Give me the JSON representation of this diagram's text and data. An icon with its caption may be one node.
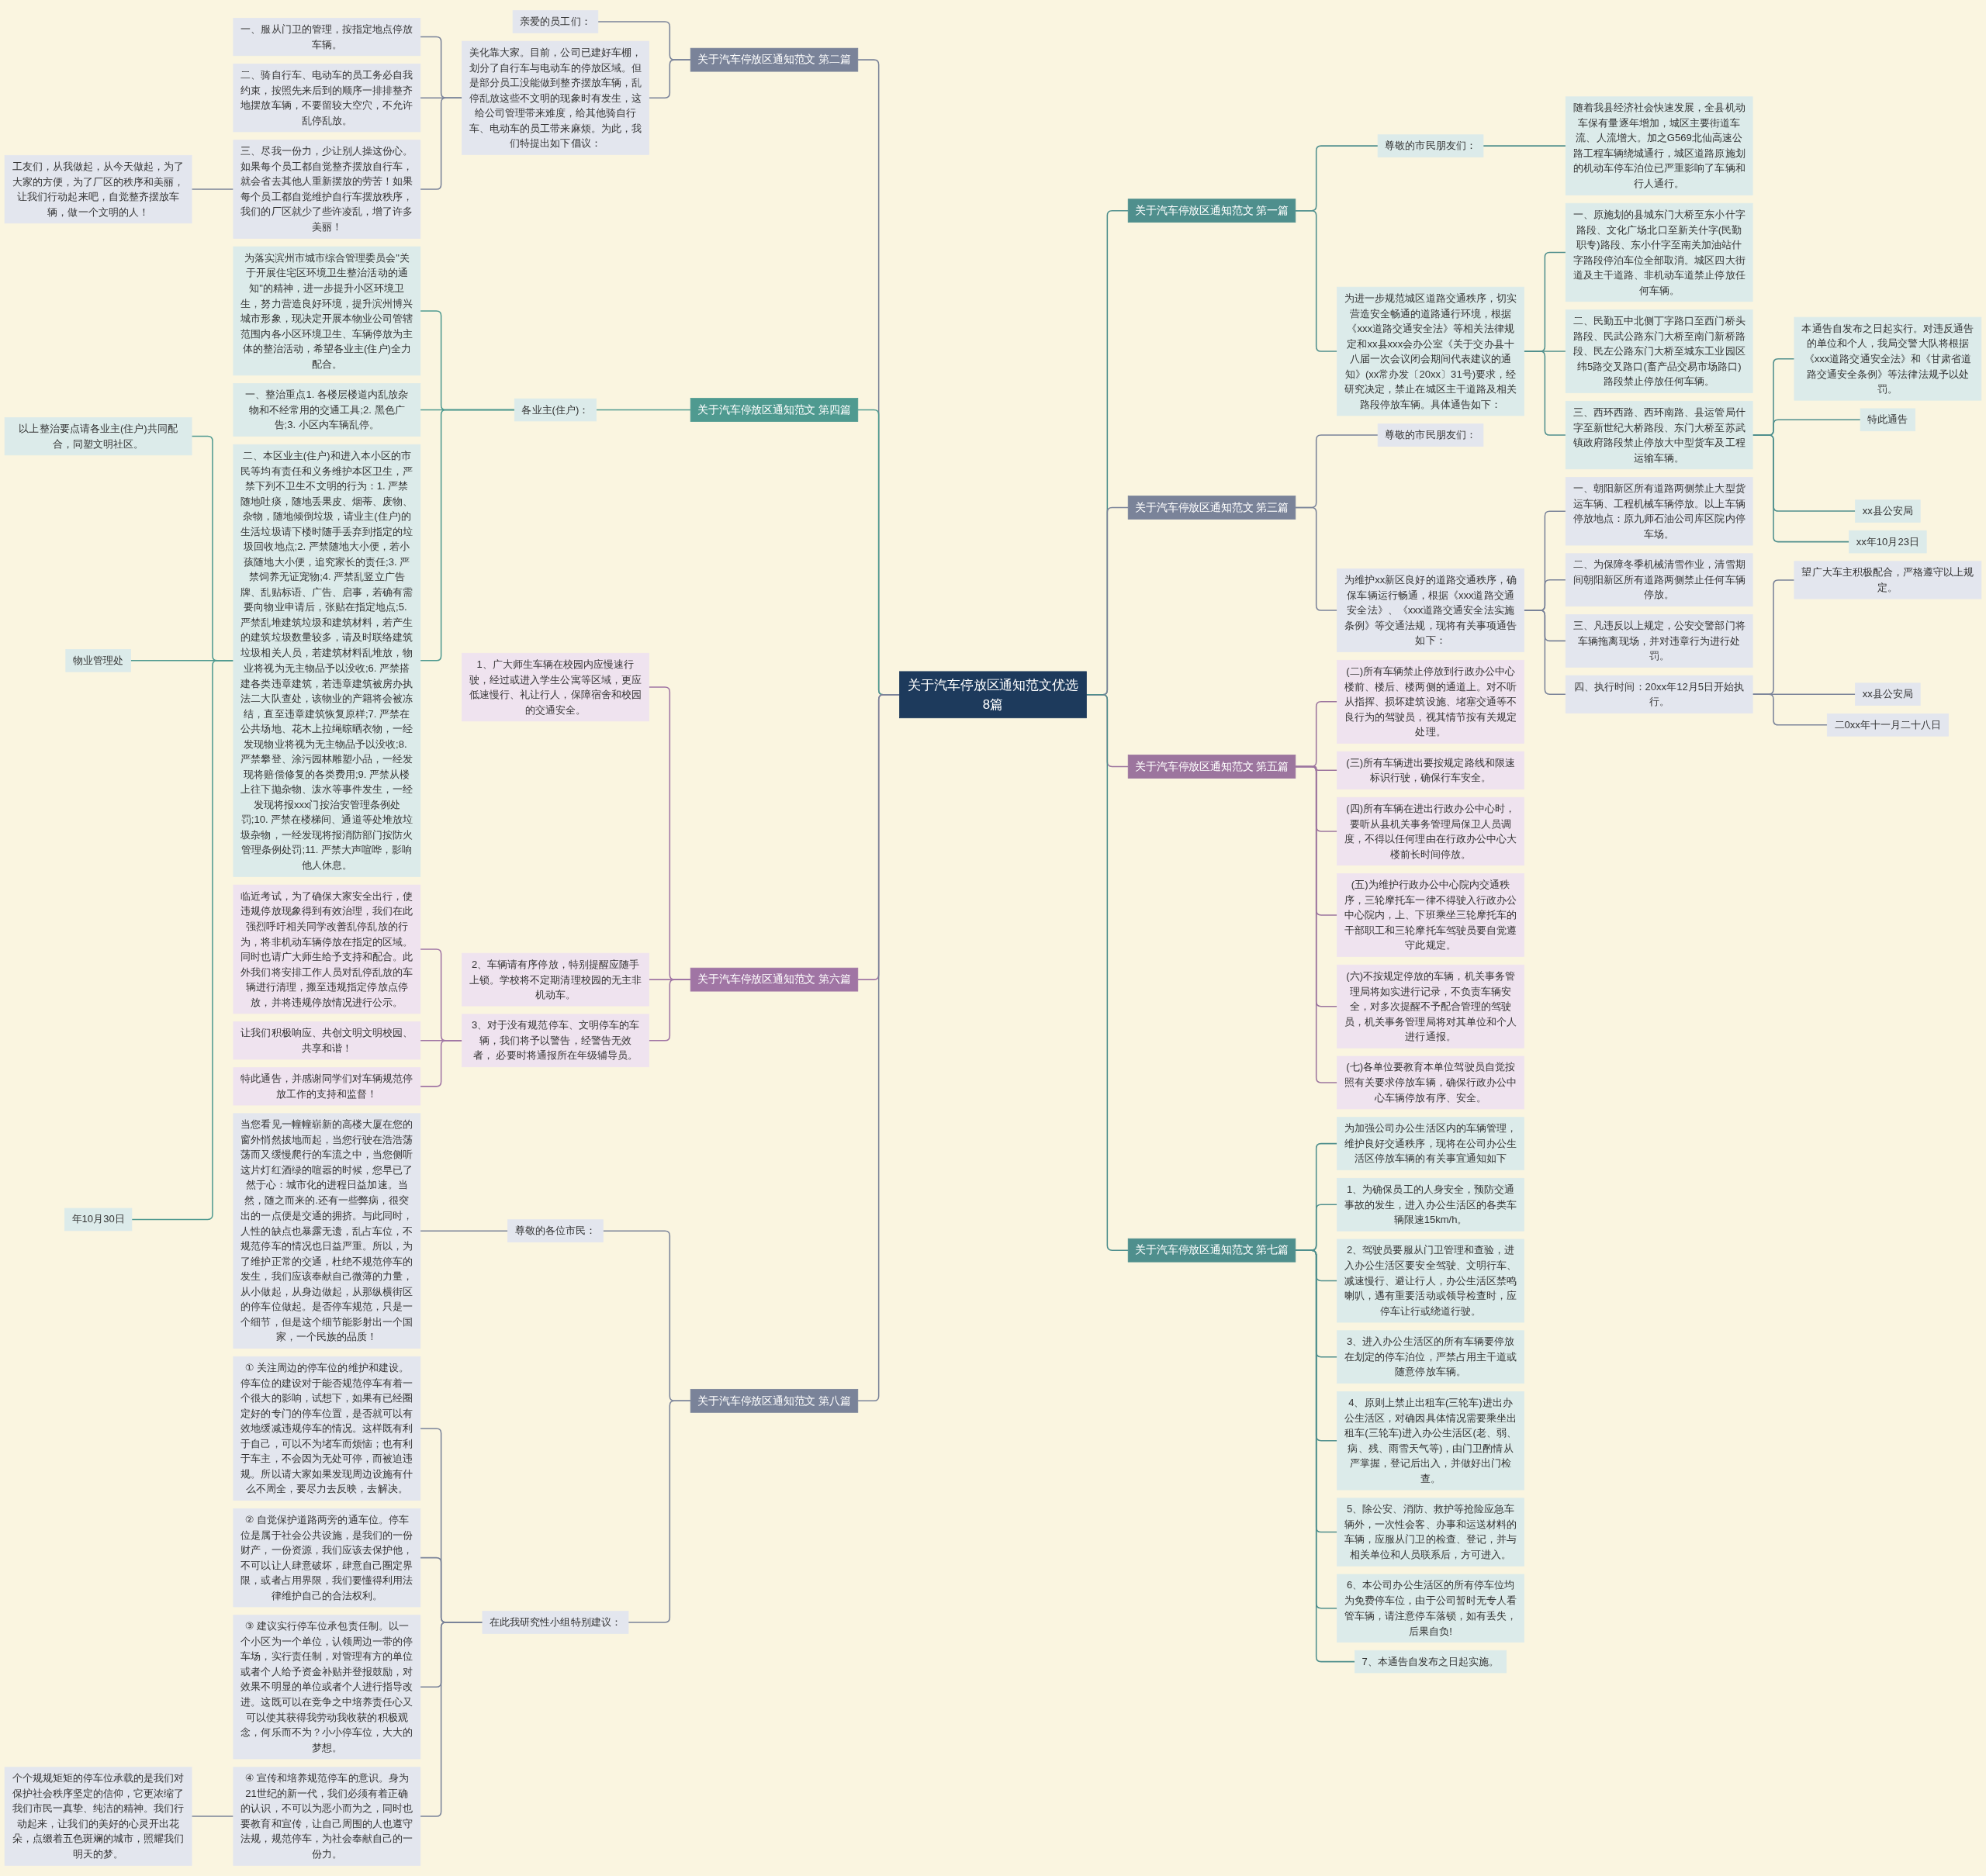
{
  "diagram": {
    "nodes": [
      {
        "text": [
          "关于汽车停放区通知范文优选8篇"
        ]
      },
      {
        "text": [
          "关于汽车停放区通知范文 第一篇"
        ]
      },
      {
        "text": [
          "尊敬的市民朋友们："
        ]
      },
      {
        "text": [
          "随着我县经济社会快速发展，全县机动车保有量逐年增加，城区主要街道车流、人流增大。加之G569北仙高速公路工程车辆绕城通行，城区道路原施划的机动车停车泊位已严重影响了车辆和行人通行。"
        ]
      },
      {
        "text": [
          "为进一步规范城区道路交通秩序，切实营造安全畅通的道路通行环境，根据《xxx道路交通安全法》等相关法律规定和xx县xxx会办公室《关于交办县十八届一次会议闭会期间代表建议的通知》(xx常办发〔20xx〕31号)要求，经研究决定，禁止在城区主干道路及相关路段停放车辆。具体通告如下："
        ]
      },
      {
        "text": [
          "一、原施划的县城东门大桥至东小什字路段、文化广场北口至新关什字(民勤职专)路段、东小什字至南关加油站什字路段停泊车位全部取消。城区四大街道及主干道路、非机动车道禁止停放任何车辆。"
        ]
      },
      {
        "text": [
          "二、民勤五中北侧丁字路口至西门桥头路段、民武公路东门大桥至南门新桥路段、民左公路东门大桥至城东工业园区纬5路交叉路口(畜产品交易市场路口)路段禁止停放任何车辆。"
        ]
      },
      {
        "text": [
          "三、西环西路、西环南路、县运管局什字至新世纪大桥路段、东门大桥至苏武镇政府路段禁止停放大中型货车及工程运输车辆。"
        ]
      },
      {
        "text": [
          "本通告自发布之日起实行。对违反通告的单位和个人，我局交警大队将根据《xxx道路交通安全法》和《甘肃省道路交通安全条例》等法律法规予以处罚。"
        ]
      },
      {
        "text": [
          "特此通告"
        ]
      },
      {
        "text": [
          "xx县公安局"
        ]
      },
      {
        "text": [
          "xx年10月23日"
        ]
      },
      {
        "text": [
          "关于汽车停放区通知范文 第三篇"
        ]
      },
      {
        "text": [
          "尊敬的市民朋友们："
        ]
      },
      {
        "text": [
          "为维护xx新区良好的道路交通秩序，确保车辆运行畅通，根据《xxx道路交通安全法》、《xxx道路交通安全法实施条例》等交通法规，现将有关事项通告如下："
        ]
      },
      {
        "text": [
          "一、朝阳新区所有道路两侧禁止大型货运车辆、工程机械车辆停放。以上车辆停放地点：原九师石油公司库区院内停车场。"
        ]
      },
      {
        "text": [
          "二、为保障冬季机械清雪作业，清雪期间朝阳新区所有道路两侧禁止任何车辆停放。"
        ]
      },
      {
        "text": [
          "三、凡违反以上规定，公安交警部门将车辆拖离现场，并对违章行为进行处罚。"
        ]
      },
      {
        "text": [
          "四、执行时间：20xx年12月5日开始执行。"
        ]
      },
      {
        "text": [
          "望广大车主积极配合，严格遵守以上规定。"
        ]
      },
      {
        "text": [
          "xx县公安局"
        ]
      },
      {
        "text": [
          "二0xx年十一月二十八日"
        ]
      },
      {
        "text": [
          "关于汽车停放区通知范文 第五篇"
        ]
      },
      {
        "text": [
          "(二)所有车辆禁止停放到行政办公中心楼前、楼后、楼两侧的通道上。对不听从指挥、损坏建筑设施、堵塞交通等不良行为的驾驶员，视其情节按有关规定处理。"
        ]
      },
      {
        "text": [
          "(三)所有车辆进出要按规定路线和限速标识行驶，确保行车安全。"
        ]
      },
      {
        "text": [
          "(四)所有车辆在进出行政办公中心时，要听从县机关事务管理局保卫人员调度，不得以任何理由在行政办公中心大楼前长时间停放。"
        ]
      },
      {
        "text": [
          "(五)为维护行政办公中心院内交通秩序，三轮摩托车一律不得驶入行政办公中心院内，上、下班乘坐三轮摩托车的干部职工和三轮摩托车驾驶员要自觉遵守此规定。"
        ]
      },
      {
        "text": [
          "(六)不按规定停放的车辆，机关事务管理局将如实进行记录，不负责车辆安全，对多次提醒不予配合管理的驾驶员，机关事务管理局将对其单位和个人进行通报。"
        ]
      },
      {
        "text": [
          "(七)各单位要教育本单位驾驶员自觉按照有关要求停放车辆，确保行政办公中心车辆停放有序、安全。"
        ]
      },
      {
        "text": [
          "关于汽车停放区通知范文 第七篇"
        ]
      },
      {
        "text": [
          "为加强公司办公生活区内的车辆管理，维护良好交通秩序，现将在公司办公生活区停放车辆的有关事宜通知如下"
        ]
      },
      {
        "text": [
          "1、为确保员工的人身安全，预防交通事故的发生，进入办公生活区的各类车辆限速15km/h。"
        ]
      },
      {
        "text": [
          "2、驾驶员要服从门卫管理和查验，进入办公生活区要安全驾驶、文明行车、减速慢行、避让行人，办公生活区禁鸣喇叭，遇有重要活动或领导检查时，应停车让行或绕道行驶。"
        ]
      },
      {
        "text": [
          "3、进入办公生活区的所有车辆要停放在划定的停车泊位，严禁占用主干道或随意停放车辆。"
        ]
      },
      {
        "text": [
          "4、原则上禁止出租车(三轮车)进出办公生活区，对确因具体情况需要乘坐出租车(三轮车)进入办公生活区(老、弱、病、残、雨雪天气等)，由门卫酌情从严掌握，登记后出入，并做好出门检查。"
        ]
      },
      {
        "text": [
          "5、除公安、消防、救护等抢险应急车辆外，一次性会客、办事和运送材料的车辆，应服从门卫的检查、登记，并与相关单位和人员联系后，方可进入。"
        ]
      },
      {
        "text": [
          "6、本公司办公生活区的所有停车位均为免费停车位，由于公司暂时无专人看管车辆，请注意停车落锁，如有丢失，后果自负!"
        ]
      },
      {
        "text": [
          "7、本通告自发布之日起实施。"
        ]
      },
      {
        "text": [
          "关于汽车停放区通知范文 第二篇"
        ]
      },
      {
        "text": [
          "亲爱的员工们："
        ]
      },
      {
        "text": [
          "美化靠大家。目前，公司已建好车棚，划分了自行车与电动车的停放区域。但是部分员工没能做到整齐摆放车辆，乱停乱放这些不文明的现象时有发生，这给公司管理带来难度，给其他骑自行车、电动车的员工带来麻烦。为此，我们特提出如下倡议："
        ]
      },
      {
        "text": [
          "一、服从门卫的管理，按指定地点停放车辆。"
        ]
      },
      {
        "text": [
          "二、骑自行车、电动车的员工务必自我约束，按照先来后到的顺序一排排整齐地摆放车辆，不要留较大空穴，不允许乱停乱放。"
        ]
      },
      {
        "text": [
          "三、尽我一份力，少让别人操这份心。如果每个员工都自觉整齐摆放自行车，就会省去其他人重新摆放的劳苦！如果每个员工都自觉维护自行车摆放秩序，我们的厂区就少了些许凌乱，增了许多美丽！"
        ]
      },
      {
        "text": [
          "工友们，从我做起，从今天做起，为了大家的方便，为了厂区的秩序和美丽，让我们行动起来吧，自觉整齐摆放车辆，做一个文明的人！"
        ]
      },
      {
        "text": [
          "关于汽车停放区通知范文 第四篇"
        ]
      },
      {
        "text": [
          "各业主(住户)："
        ]
      },
      {
        "text": [
          "为落实滨州市城市综合管理委员会\"关于开展住宅区环境卫生整治活动的通知\"的精神，进一步提升小区环境卫生，努力营造良好环境，提升滨州博兴城市形象，现决定开展本物业公司管辖范围内各小区环境卫生、车辆停放为主体的整治活动，希望各业主(住户)全力配合。"
        ]
      },
      {
        "text": [
          "一、整治重点1. 各楼层楼道内乱放杂物和不经常用的交通工具;2. 黑色广告;3. 小区内车辆乱停。"
        ]
      },
      {
        "text": [
          "二、本区业主(住户)和进入本小区的市民等均有责任和义务维护本区卫生，严禁下列不卫生不文明的行为：1. 严禁随地吐痰，随地丢果皮、烟蒂、废物、杂物，随地倾倒垃圾，请业主(住户)的生活垃圾请下楼时随手丢弃到指定的垃圾回收地点;2. 严禁随地大小便，若小孩随地大小便，追究家长的责任;3. 严禁饲养无证宠物;4. 严禁乱竖立广告牌、乱贴标语、广告、启事，若确有需要向物业申请后，张贴在指定地点;5. 严禁乱堆建筑垃圾和建筑材料，若产生的建筑垃圾数量较多，请及时联络建筑垃圾相关人员，若建筑材料乱堆放，物业将视为无主物品予以没收;6. 严禁搭建各类违章建筑，若违章建筑被房办执法二大队查处，该物业的产籍将会被冻结，直至违章建筑恢复原样;7. 严禁在公共场地、花木上拉绳晾晒衣物，一经发现物业将视为无主物品予以没收;8. 严禁攀登、涂污园林雕塑小品，一经发现将赔偿修复的各类费用;9. 严禁从楼上往下抛杂物、泼水等事件发生，一经发现将报xxx门按治安管理条例处罚;10. 严禁在楼梯间、通道等处堆放垃圾杂物，一经发现将报消防部门按防火管理条例处罚;11. 严禁大声喧哗，影响他人休息。"
        ]
      },
      {
        "text": [
          "以上整治要点请各业主(住户)共同配合，同塑文明社区。"
        ]
      },
      {
        "text": [
          "物业管理处"
        ]
      },
      {
        "text": [
          "年10月30日"
        ]
      },
      {
        "text": [
          "关于汽车停放区通知范文 第六篇"
        ]
      },
      {
        "text": [
          "1、广大师生车辆在校园内应慢速行驶，经过或进入学生公寓等区域，更应低速慢行、礼让行人，保障宿舍和校园的交通安全。"
        ]
      },
      {
        "text": [
          "2、车辆请有序停放，特别提醒应随手上锁。学校将不定期清理校园的无主非机动车。"
        ]
      },
      {
        "text": [
          "3、对于没有规范停车、文明停车的车辆，我们将予以警告，经警告无效者， 必要时将通报所在年级辅导员。"
        ]
      },
      {
        "text": [
          "临近考试，为了确保大家安全出行，使违规停放现象得到有效治理，我们在此强烈呼吁相关同学改善乱停乱放的行为，将非机动车辆停放在指定的区域。同时也请广大师生给予支持和配合。此外我们将安排工作人员对乱停乱放的车辆进行清理，搬至违规指定停放点停放，并将违规停放情况进行公示。"
        ]
      },
      {
        "text": [
          "让我们积极响应、共创文明文明校园、共享和谐！"
        ]
      },
      {
        "text": [
          "特此通告，并感谢同学们对车辆规范停放工作的支持和监督！"
        ]
      },
      {
        "text": [
          "关于汽车停放区通知范文 第八篇"
        ]
      },
      {
        "text": [
          "尊敬的各位市民："
        ]
      },
      {
        "text": [
          "当您看见一幢幢崭新的高楼大厦在您的窗外悄然拔地而起，当您行驶在浩浩荡荡而又缓慢爬行的车流之中，当您侧听这片灯红酒绿的喧嚣的时候，您早已了然于心：城市化的进程日益加速。当然，随之而来的.还有一些弊病，很突出的一点便是交通的拥挤。与此同时，人性的缺点也暴露无遗，乱占车位，不规范停车的情况也日益严重。所以，为了维护正常的交通，杜绝不规范停车的发生，我们应该奉献自己微薄的力量，从小做起，从身边做起，从那纵横街区的停车位做起。是否停车规范，只是一个细节，但是这个细节能影射出一个国家，一个民族的品质！"
        ]
      },
      {
        "text": [
          "在此我研究性小组特别建议："
        ]
      },
      {
        "text": [
          "① 关注周边的停车位的维护和建设。停车位的建设对于能否规范停车有着一个很大的影响，试想下，如果有已经圈定好的专门的停车位置，是否就可以有效地缓减违规停车的情况。这样既有利于自己，可以不为堵车而烦恼；也有利于车主，不会因为无处可停，而被迫违规。所以请大家如果发现周边设施有什么不周全，要尽力去反映，去解决。"
        ]
      },
      {
        "text": [
          "② 自觉保护道路两旁的通车位。停车位是属于社会公共设施，是我们的一份财产，一份资源，我们应该去保护他，不可以让人肆意破坏，肆意自己圈定界限，或者占用界限，我们要懂得利用法律维护自己的合法权利。"
        ]
      },
      {
        "text": [
          "③ 建议实行停车位承包责任制。以一个小区为一个单位，认领周边一带的停车场，实行责任制，对管理有方的单位或者个人给予资金补贴并登报鼓励，对效果不明显的单位或者个人进行指导改进。这既可以在竞争之中培养责任心又可以使其获得我劳动我收获的积极观念，何乐而不为？小小停车位，大大的梦想。"
        ]
      },
      {
        "text": [
          "④ 宣传和培养规范停车的意识。身为21世纪的新一代，我们必须有着正确的认识，不可以为恶小而为之，同时也要教育和宣传，让自己周围的人也遵守法规，规范停车，为社会奉献自己的一份力。"
        ]
      },
      {
        "text": [
          "个个规规矩矩的停车位承载的是我们对保护社会秩序坚定的信仰，它更浓缩了我们市民一真挚、纯洁的精神。我们行动起来，让我们的美好的心灵开出花朵，点缀着五色斑斓的城市，照耀我们明天的梦。"
        ]
      }
    ],
    "edges": [
      {
        "from": 0,
        "to": 1,
        "arrow": "none"
      },
      {
        "from": 1,
        "to": 2,
        "arrow": "none"
      },
      {
        "from": 2,
        "to": 3,
        "arrow": "none"
      },
      {
        "from": 1,
        "to": 4,
        "arrow": "none"
      },
      {
        "from": 4,
        "to": 5,
        "arrow": "none"
      },
      {
        "from": 4,
        "to": 6,
        "arrow": "none"
      },
      {
        "from": 4,
        "to": 7,
        "arrow": "none"
      },
      {
        "from": 7,
        "to": 8,
        "arrow": "none"
      },
      {
        "from": 7,
        "to": 9,
        "arrow": "none"
      },
      {
        "from": 7,
        "to": 10,
        "arrow": "none"
      },
      {
        "from": 7,
        "to": 11,
        "arrow": "none"
      },
      {
        "from": 0,
        "to": 12,
        "arrow": "none"
      },
      {
        "from": 12,
        "to": 13,
        "arrow": "none"
      },
      {
        "from": 12,
        "to": 14,
        "arrow": "none"
      },
      {
        "from": 14,
        "to": 15,
        "arrow": "none"
      },
      {
        "from": 14,
        "to": 16,
        "arrow": "none"
      },
      {
        "from": 14,
        "to": 17,
        "arrow": "none"
      },
      {
        "from": 14,
        "to": 18,
        "arrow": "none"
      },
      {
        "from": 18,
        "to": 19,
        "arrow": "none"
      },
      {
        "from": 18,
        "to": 20,
        "arrow": "none"
      },
      {
        "from": 18,
        "to": 21,
        "arrow": "none"
      },
      {
        "from": 0,
        "to": 22,
        "arrow": "none"
      },
      {
        "from": 22,
        "to": 23,
        "arrow": "none"
      },
      {
        "from": 22,
        "to": 24,
        "arrow": "none"
      },
      {
        "from": 22,
        "to": 25,
        "arrow": "none"
      },
      {
        "from": 22,
        "to": 26,
        "arrow": "none"
      },
      {
        "from": 22,
        "to": 27,
        "arrow": "none"
      },
      {
        "from": 22,
        "to": 28,
        "arrow": "none"
      },
      {
        "from": 0,
        "to": 29,
        "arrow": "none"
      },
      {
        "from": 29,
        "to": 30,
        "arrow": "none"
      },
      {
        "from": 29,
        "to": 31,
        "arrow": "none"
      },
      {
        "from": 29,
        "to": 32,
        "arrow": "none"
      },
      {
        "from": 29,
        "to": 33,
        "arrow": "none"
      },
      {
        "from": 29,
        "to": 34,
        "arrow": "none"
      },
      {
        "from": 29,
        "to": 35,
        "arrow": "none"
      },
      {
        "from": 29,
        "to": 36,
        "arrow": "none"
      },
      {
        "from": 29,
        "to": 37,
        "arrow": "none"
      },
      {
        "from": 0,
        "to": 38,
        "arrow": "none"
      },
      {
        "from": 38,
        "to": 39,
        "arrow": "none"
      },
      {
        "from": 38,
        "to": 40,
        "arrow": "none"
      },
      {
        "from": 40,
        "to": 41,
        "arrow": "none"
      },
      {
        "from": 40,
        "to": 42,
        "arrow": "none"
      },
      {
        "from": 40,
        "to": 43,
        "arrow": "none"
      },
      {
        "from": 43,
        "to": 44,
        "arrow": "none"
      },
      {
        "from": 0,
        "to": 45,
        "arrow": "none"
      },
      {
        "from": 45,
        "to": 46,
        "arrow": "none"
      },
      {
        "from": 46,
        "to": 47,
        "arrow": "none"
      },
      {
        "from": 46,
        "to": 48,
        "arrow": "none"
      },
      {
        "from": 46,
        "to": 49,
        "arrow": "none"
      },
      {
        "from": 49,
        "to": 50,
        "arrow": "none"
      },
      {
        "from": 49,
        "to": 51,
        "arrow": "none"
      },
      {
        "from": 49,
        "to": 52,
        "arrow": "none"
      },
      {
        "from": 0,
        "to": 53,
        "arrow": "none"
      },
      {
        "from": 53,
        "to": 54,
        "arrow": "none"
      },
      {
        "from": 53,
        "to": 55,
        "arrow": "none"
      },
      {
        "from": 53,
        "to": 56,
        "arrow": "none"
      },
      {
        "from": 56,
        "to": 57,
        "arrow": "none"
      },
      {
        "from": 56,
        "to": 58,
        "arrow": "none"
      },
      {
        "from": 56,
        "to": 59,
        "arrow": "none"
      },
      {
        "from": 0,
        "to": 60,
        "arrow": "none"
      },
      {
        "from": 60,
        "to": 61,
        "arrow": "none"
      },
      {
        "from": 61,
        "to": 62,
        "arrow": "none"
      },
      {
        "from": 60,
        "to": 63,
        "arrow": "none"
      },
      {
        "from": 63,
        "to": 64,
        "arrow": "none"
      },
      {
        "from": 63,
        "to": 65,
        "arrow": "none"
      },
      {
        "from": 63,
        "to": 66,
        "arrow": "none"
      },
      {
        "from": 63,
        "to": 67,
        "arrow": "none"
      },
      {
        "from": 67,
        "to": 68,
        "arrow": "none"
      }
    ]
  }
}
